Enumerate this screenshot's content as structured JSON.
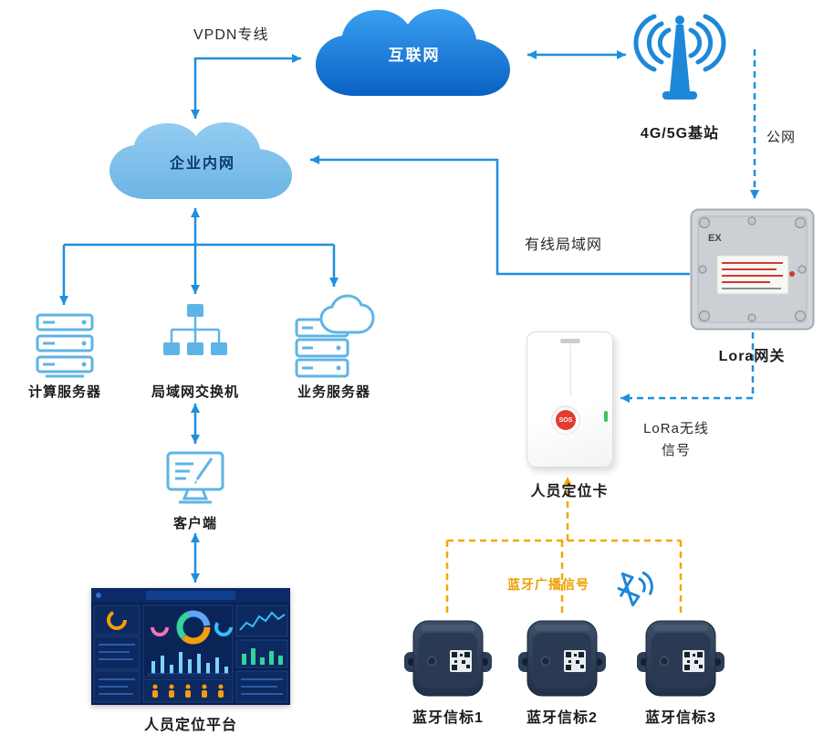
{
  "nodes": {
    "internet": {
      "label": "互联网"
    },
    "base_station": {
      "label": "4G/5G基站"
    },
    "intranet": {
      "label": "企业内网"
    },
    "gateway": {
      "label": "Lora网关",
      "ex": "EX"
    },
    "compute_server": {
      "label": "计算服务器"
    },
    "lan_switch": {
      "label": "局域网交换机"
    },
    "business_server": {
      "label": "业务服务器"
    },
    "client": {
      "label": "客户端"
    },
    "platform": {
      "label": "人员定位平台"
    },
    "locator_card": {
      "label": "人员定位卡",
      "sos": "SOS"
    },
    "beacon1": {
      "label": "蓝牙信标1"
    },
    "beacon2": {
      "label": "蓝牙信标2"
    },
    "beacon3": {
      "label": "蓝牙信标3"
    }
  },
  "edges": {
    "vpdn": "VPDN专线",
    "public_net": "公网",
    "wired_lan": "有线局域网",
    "lora_line1": "LoRa无线",
    "lora_line2": "信号",
    "ble_broadcast": "蓝牙广播信号"
  },
  "colors": {
    "arrow_blue": "#1E8FDE",
    "signal_yellow": "#F7A600",
    "cloud_dark_top": "#3AA0F0",
    "cloud_dark_bottom": "#0A61C4",
    "cloud_light": "#7FC4EC",
    "icon_blue": "#5FB4E6",
    "ble_label_orange": "#ED9F00",
    "sos_red": "#E23B30",
    "led_green": "#35C759"
  }
}
